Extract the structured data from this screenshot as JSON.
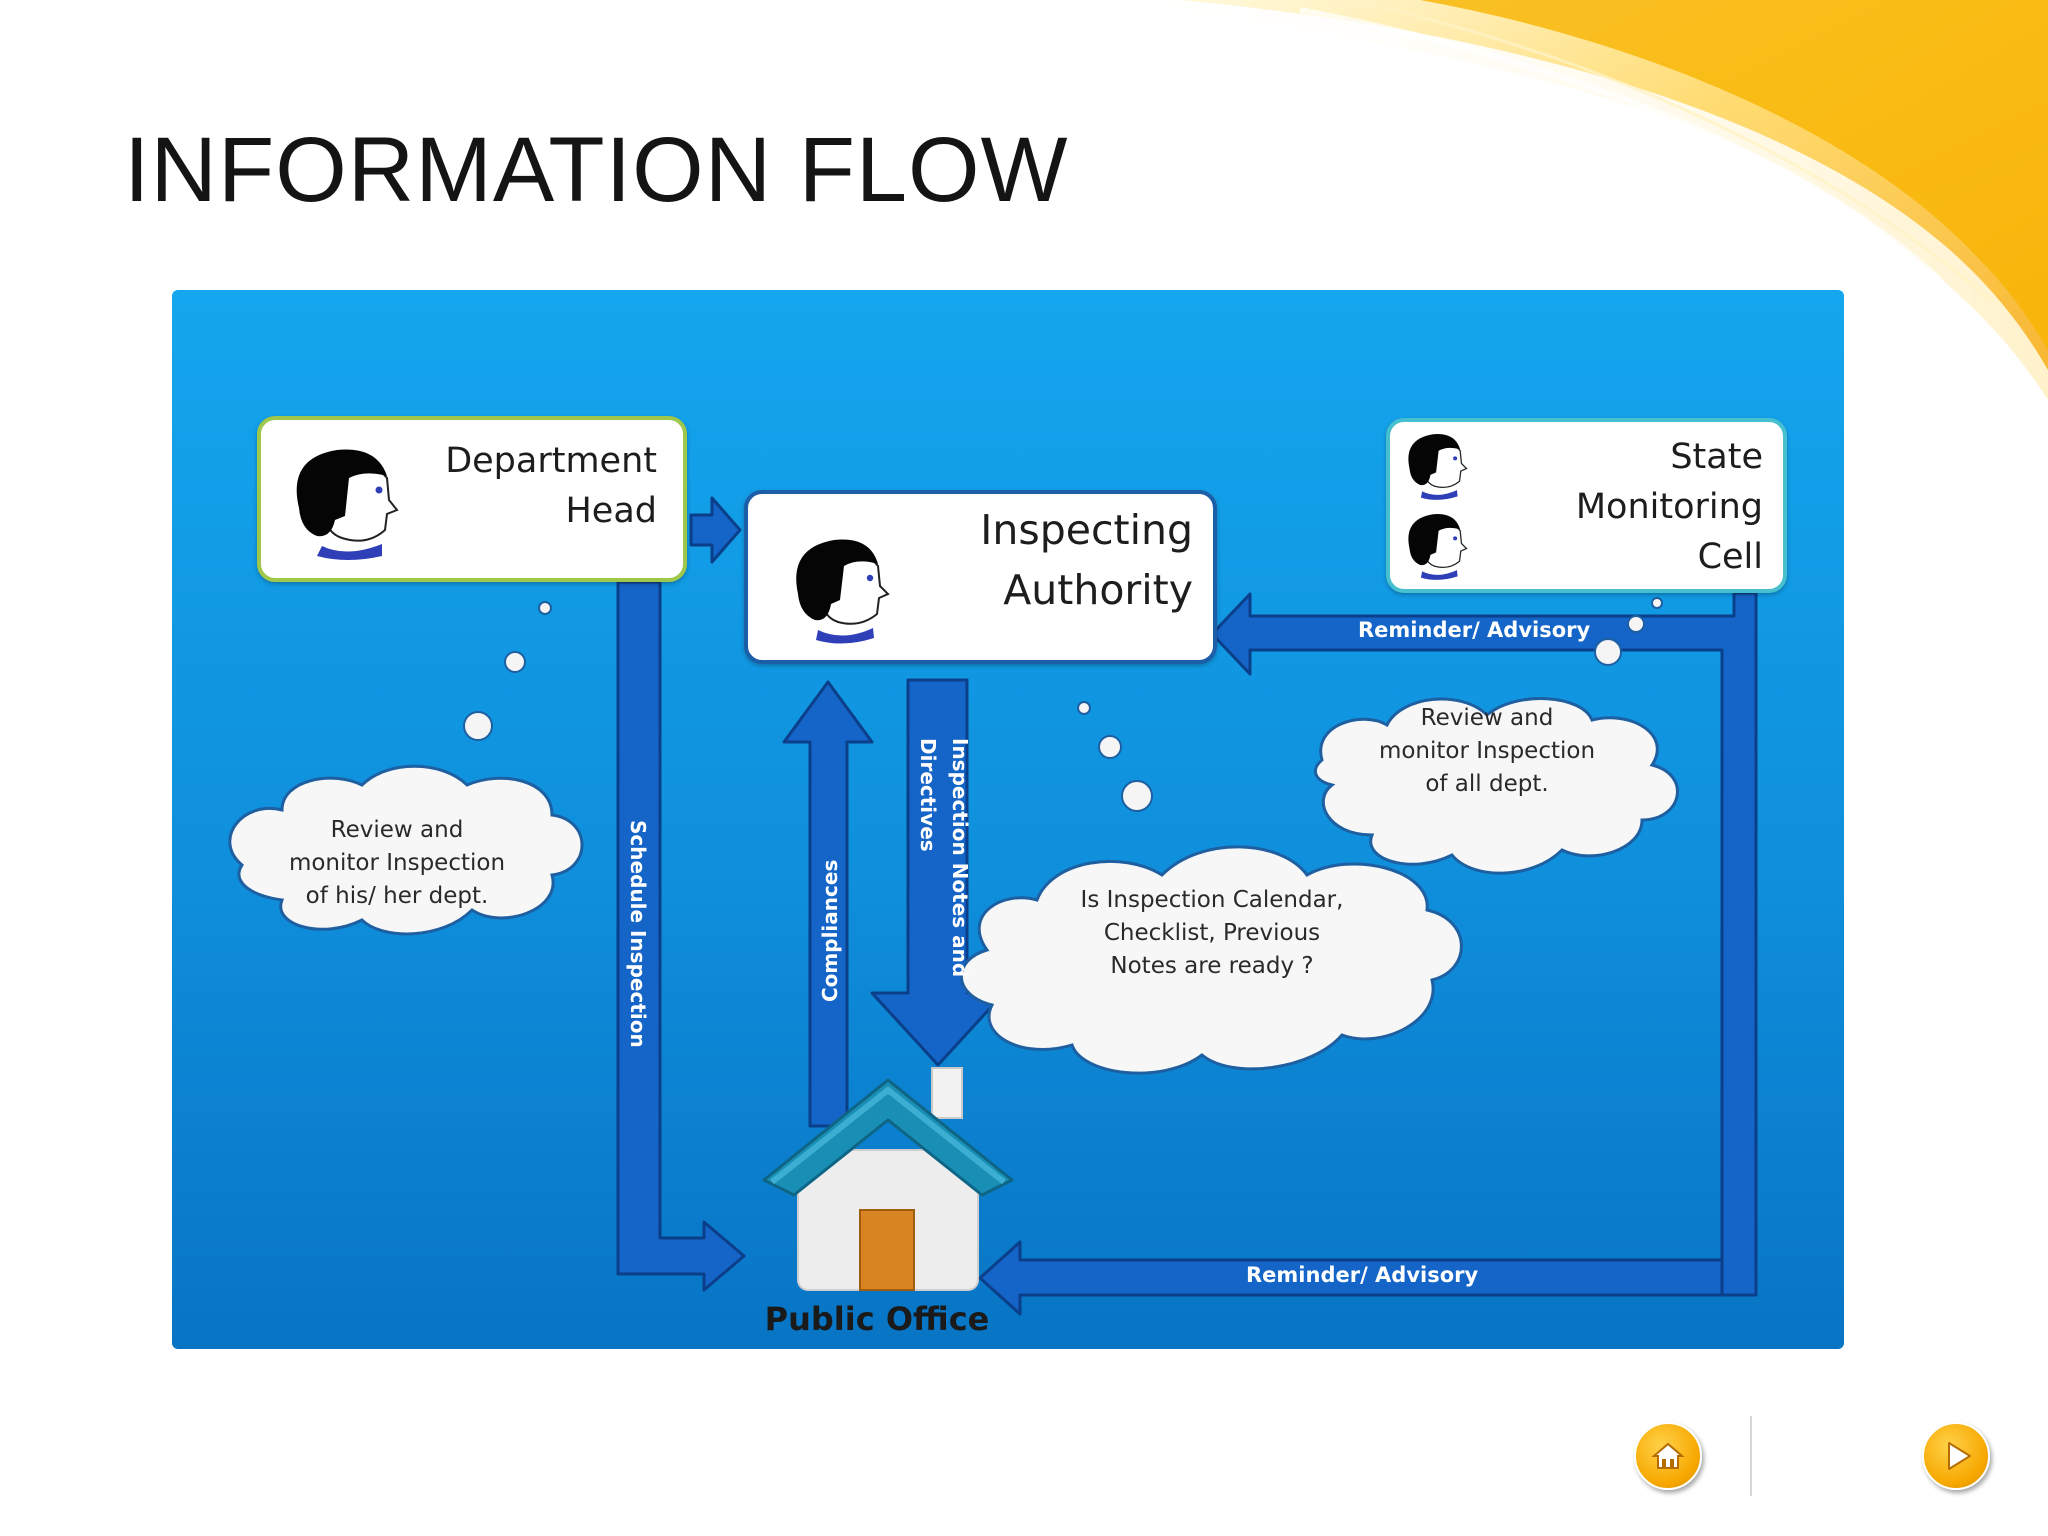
{
  "slide": {
    "title": "INFORMATION FLOW"
  },
  "diagram": {
    "nodes": {
      "department_head": "Department\nHead",
      "inspecting_authority": "Inspecting\nAuthority",
      "state_monitoring_cell": "State\nMonitoring\nCell",
      "public_office": "Public Office"
    },
    "clouds": {
      "department_review": "Review  and\nmonitor Inspection\nof his/ her dept.",
      "state_review": "Review and\nmonitor Inspection\nof all dept.",
      "inspection_ready": "Is Inspection Calendar,\nChecklist, Previous\nNotes are ready ?"
    },
    "arrows": {
      "schedule_inspection": "Schedule Inspection",
      "compliances": "Compliances",
      "inspection_notes_line1": "Inspection Notes and",
      "inspection_notes_line2": "Directives",
      "reminder_top": "Reminder/ Advisory",
      "reminder_bottom": "Reminder/ Advisory"
    }
  },
  "navigation": {
    "home_icon": "home-icon",
    "next_icon": "play-icon"
  },
  "colors": {
    "background_top": "#14a6ee",
    "background_bottom": "#0874c4",
    "arrow_fill": "#1565c8",
    "arrow_stroke": "#0b3f8a",
    "accent_orange": "#f7a800",
    "department_border": "#9ec74b",
    "state_border": "#46c0cf"
  }
}
